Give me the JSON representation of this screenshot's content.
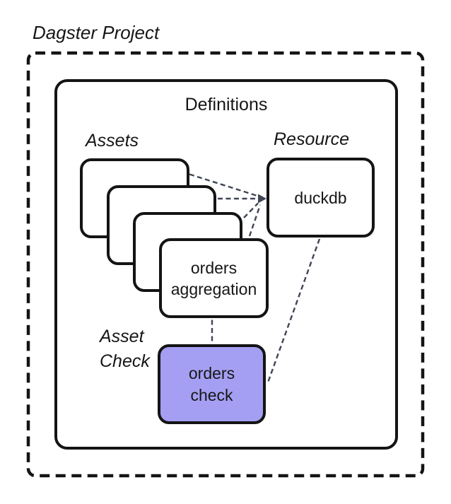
{
  "title": "Dagster Project",
  "definitions_label": "Definitions",
  "labels": {
    "assets": "Assets",
    "resource": "Resource",
    "asset_check": [
      "Asset",
      "Check"
    ]
  },
  "nodes": {
    "orders_aggregation": [
      "orders",
      "aggregation"
    ],
    "duckdb": "duckdb",
    "orders_check": [
      "orders",
      "check"
    ]
  },
  "colors": {
    "box_border": "#141414",
    "text": "#161616",
    "connector": "#3e4654",
    "asset_check_fill": "#a59ff3"
  }
}
